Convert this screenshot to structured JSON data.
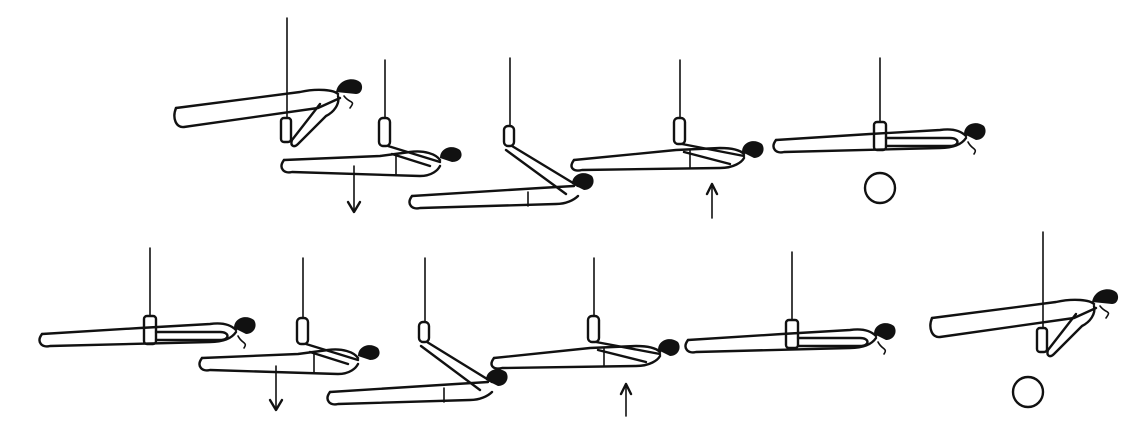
{
  "diagram": {
    "rows": [
      {
        "figures": [
          {
            "pose": "pike-above"
          },
          {
            "pose": "horizontal-low"
          },
          {
            "pose": "dip-low"
          },
          {
            "pose": "horizontal-rise"
          },
          {
            "pose": "horizontal-hold"
          }
        ],
        "markers": [
          {
            "type": "arrow-down"
          },
          {
            "type": "arrow-up"
          },
          {
            "type": "circle"
          }
        ]
      },
      {
        "figures": [
          {
            "pose": "horizontal-hold"
          },
          {
            "pose": "horizontal-low"
          },
          {
            "pose": "dip-low"
          },
          {
            "pose": "horizontal-rise"
          },
          {
            "pose": "horizontal-hold"
          },
          {
            "pose": "pike-above"
          }
        ],
        "markers": [
          {
            "type": "arrow-down"
          },
          {
            "type": "arrow-up"
          },
          {
            "type": "circle"
          }
        ]
      }
    ]
  }
}
